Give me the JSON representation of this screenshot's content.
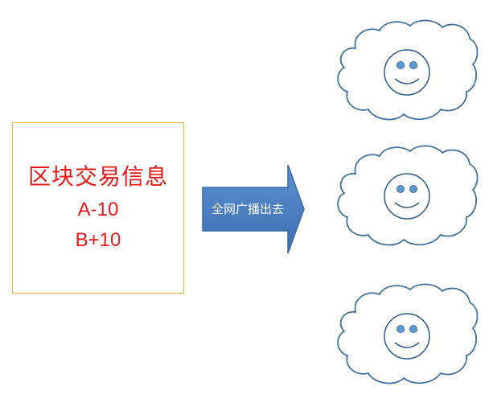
{
  "info_box": {
    "title": "区块交易信息",
    "line1": "A-10",
    "line2": "B+10"
  },
  "arrow": {
    "label": "全网广播出去"
  },
  "icons": {
    "nodes": [
      "cloud-smiley-icon",
      "cloud-smiley-icon",
      "cloud-smiley-icon"
    ]
  },
  "colors": {
    "text_red": "#e81818",
    "box_border": "#f2b333",
    "arrow_fill": "#4a7ebb",
    "cloud_stroke": "#41719c",
    "face_stroke": "#2f5b8a",
    "eye_fill": "#5b9bd5"
  }
}
